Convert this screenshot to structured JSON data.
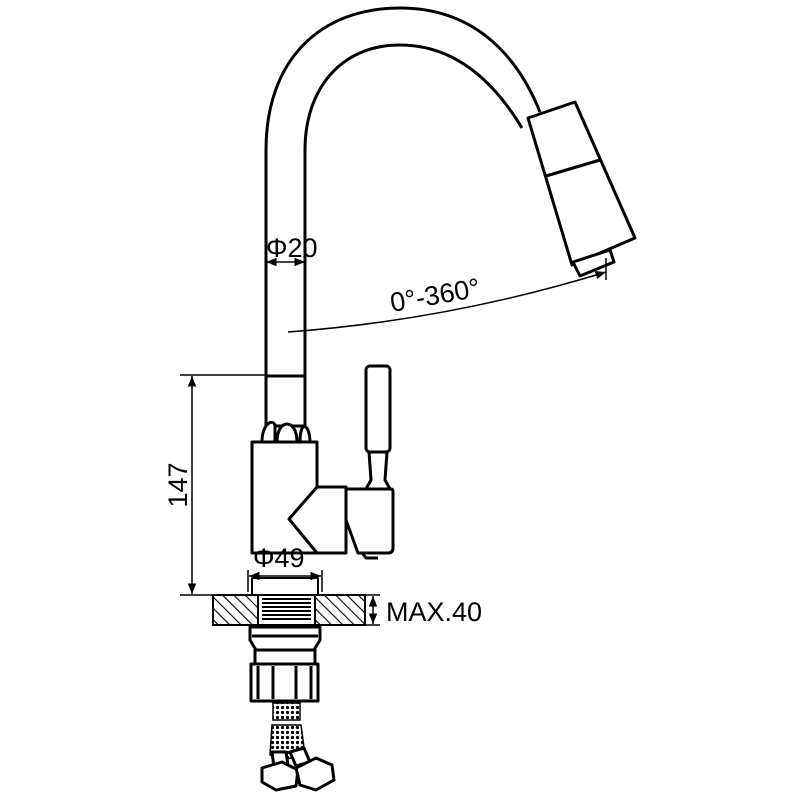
{
  "drawing": {
    "title": "Pull-out kitchen faucet dimension drawing",
    "dimensions": {
      "spout_diameter": "Φ20",
      "rotation": "0°-360°",
      "height": "147",
      "base_diameter": "Φ49",
      "max_deck_thickness": "MAX.40"
    }
  }
}
